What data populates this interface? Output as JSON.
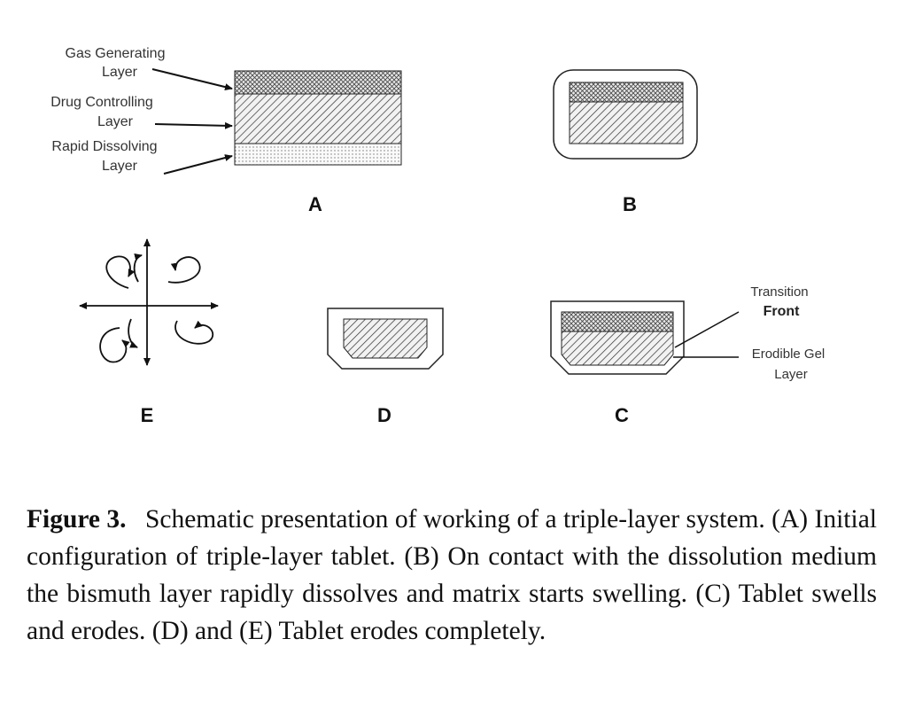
{
  "panels": {
    "A": {
      "letter": "A",
      "labels": {
        "gas_l1": "Gas Generating",
        "gas_l2": "Layer",
        "drug_l1": "Drug Controlling",
        "drug_l2": "Layer",
        "rapid_l1": "Rapid Dissolving",
        "rapid_l2": "Layer"
      }
    },
    "B": {
      "letter": "B"
    },
    "C": {
      "letter": "C",
      "labels": {
        "transition_l1": "Transition",
        "transition_l2": "Front",
        "gel_l1": "Erodible Gel",
        "gel_l2": "Layer"
      }
    },
    "D": {
      "letter": "D"
    },
    "E": {
      "letter": "E"
    }
  },
  "caption": {
    "label": "Figure 3.",
    "text": "Schematic presentation of working of a triple-layer system. (A) Initial configuration of triple-layer tablet. (B) On contact with the dissolution medium the bismuth layer rapidly dissolves and matrix starts swelling. (C) Tablet swells and erodes. (D) and (E) Tablet erodes completely."
  }
}
